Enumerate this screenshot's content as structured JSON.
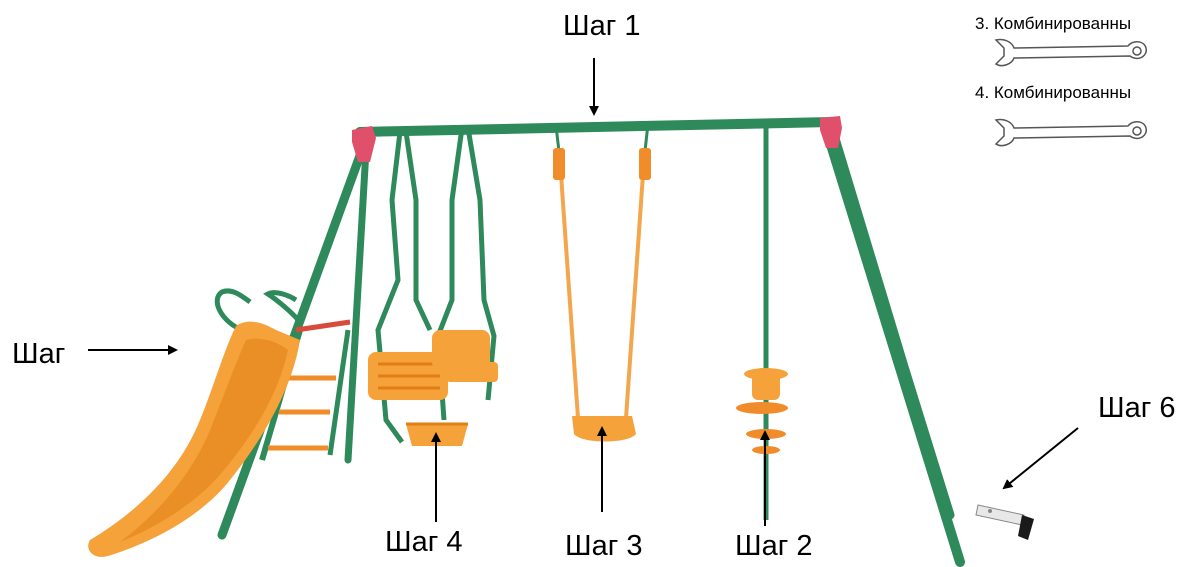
{
  "labels": {
    "step1": "Шаг 1",
    "step2": "Шаг 2",
    "step3": "Шаг 3",
    "step4": "Шаг 4",
    "step5": "Шаг",
    "step6": "Шаг 6"
  },
  "tools": [
    {
      "label": "3. Комбинированны",
      "icon": "wrench-icon"
    },
    {
      "label": "4. Комбинированны",
      "icon": "wrench-icon"
    }
  ],
  "colors": {
    "frame": "#2e8a5a",
    "frame_dark": "#1e6a43",
    "plastic": "#f5a23a",
    "plastic_dark": "#e07f14",
    "connector": "#e0506a",
    "rope": "#f4a64d"
  }
}
